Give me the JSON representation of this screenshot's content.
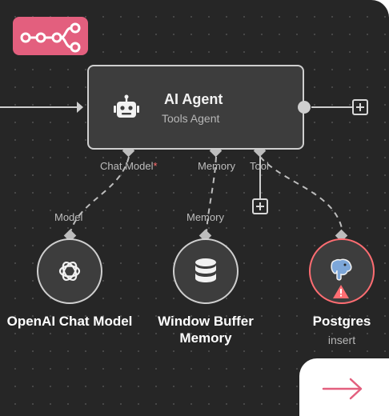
{
  "colors": {
    "canvas": "#262626",
    "node_fill": "#3d3d3d",
    "node_border": "#cfcfcf",
    "connector": "#bdbdbd",
    "accent_brand": "#e35f7e",
    "warning": "#ff6d72",
    "arrow": "#e35f7e"
  },
  "header": {
    "logo_icon": "n8n-workflow-icon"
  },
  "agent_node": {
    "title": "AI Agent",
    "subtitle": "Tools Agent",
    "icon": "robot-icon",
    "handles": {
      "chat_model": "Chat Model",
      "chat_model_required": "*",
      "memory": "Memory",
      "tool": "Tool"
    }
  },
  "nodes": [
    {
      "label": "OpenAI Chat Model",
      "input_label": "Model",
      "icon": "openai-icon",
      "caption": ""
    },
    {
      "label_line1": "Window Buffer",
      "label_line2": "Memory",
      "input_label": "Memory",
      "icon": "database-icon"
    },
    {
      "label": "Postgres",
      "caption": "insert",
      "icon": "postgres-icon",
      "status": "warning",
      "status_icon": "warning-icon"
    }
  ],
  "controls": {
    "add_icon": "plus-icon",
    "next_icon": "arrow-right-icon"
  }
}
